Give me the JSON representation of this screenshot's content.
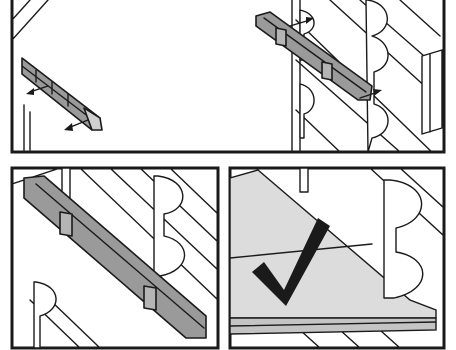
{
  "colors": {
    "frame": "#1a1a1a",
    "rail_fill": "#9a9a9a",
    "rail_fill_light": "#d0d0d0",
    "shelf_fill": "#dcdcdc",
    "background": "#ffffff"
  },
  "panels": [
    {
      "id": "panel-1",
      "content": "remove-rail"
    },
    {
      "id": "panel-2",
      "content": "insert-rail"
    },
    {
      "id": "panel-3",
      "content": "rail-in-place"
    },
    {
      "id": "panel-4",
      "content": "shelf-inserted",
      "icon": "checkmark-icon"
    }
  ]
}
